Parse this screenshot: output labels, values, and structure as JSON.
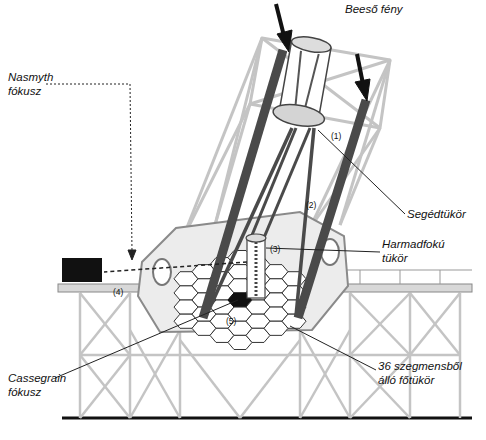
{
  "diagram": {
    "labels": [
      "Beeső fény",
      "(1)",
      "Nasmyth fókusz",
      "Segédtükör",
      "(2)",
      "Harmadfokú tükör",
      "(3)",
      "(4)",
      "(5)",
      "Cassegrain fókusz",
      "36 szegmensből álló főtükör"
    ]
  }
}
